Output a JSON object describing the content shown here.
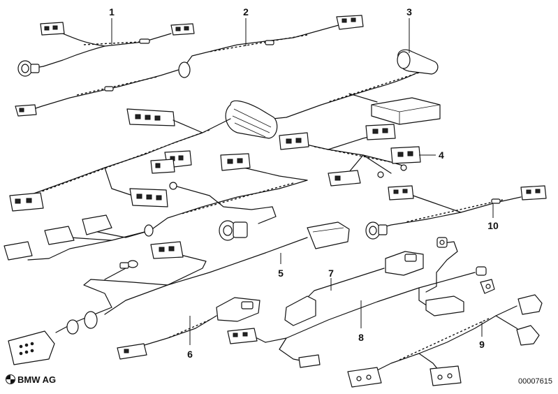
{
  "footer": {
    "brand": "BMW AG",
    "document_number": "00007615"
  },
  "callouts": [
    {
      "id": "1",
      "text": "1"
    },
    {
      "id": "2",
      "text": "2"
    },
    {
      "id": "3",
      "text": "3"
    },
    {
      "id": "4",
      "text": "4"
    },
    {
      "id": "5",
      "text": "5"
    },
    {
      "id": "6",
      "text": "6"
    },
    {
      "id": "7",
      "text": "7"
    },
    {
      "id": "8",
      "text": "8"
    },
    {
      "id": "9",
      "text": "9"
    },
    {
      "id": "10",
      "text": "10"
    }
  ],
  "colors": {
    "line": "#111111",
    "background": "#ffffff"
  }
}
